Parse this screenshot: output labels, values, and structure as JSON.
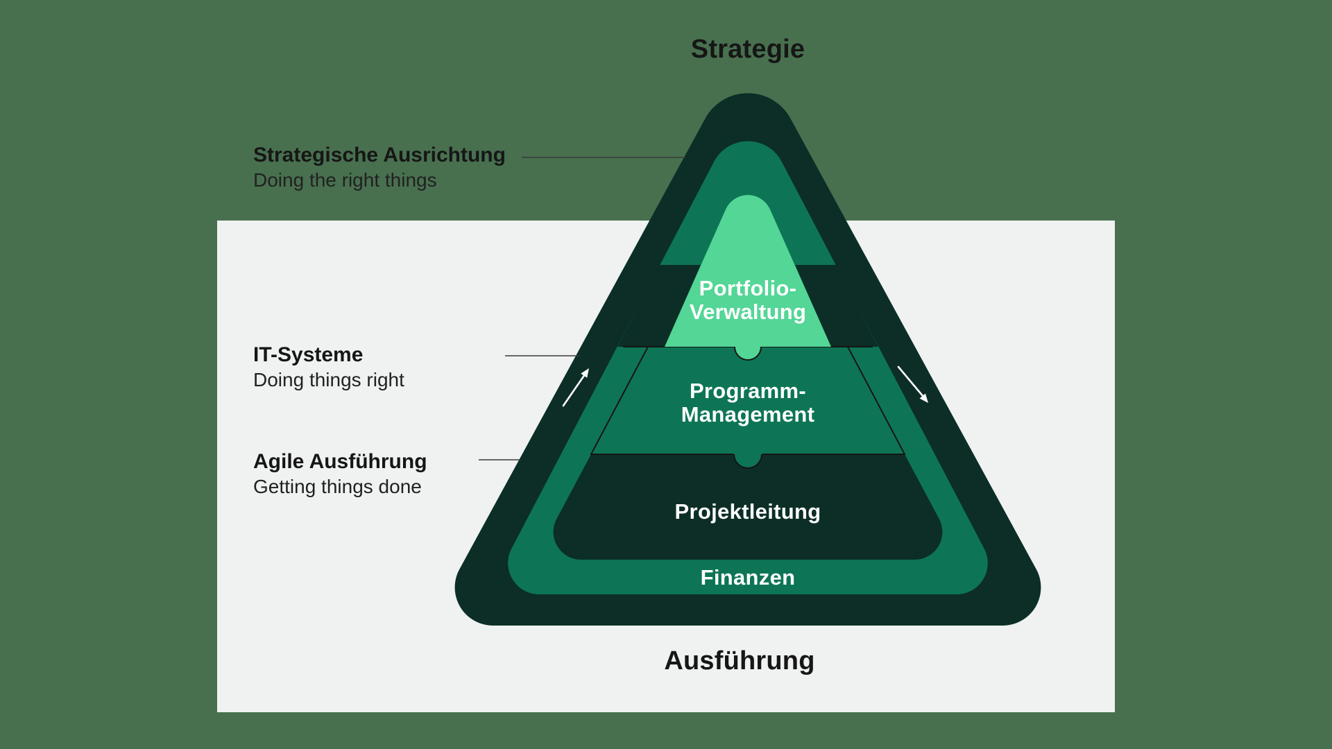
{
  "colors": {
    "bg": "#48704F",
    "panel": "#EFF2F1",
    "dark": "#0C2E27",
    "green": "#0D7556",
    "light": "#53D696",
    "ink": "#161616",
    "sub": "#212121",
    "line": "#3A3A3A",
    "white": "#FFFFFF"
  },
  "header": {
    "title": "Strategie"
  },
  "footer": {
    "title": "Ausführung"
  },
  "side_labels": [
    {
      "title": "Strategische Ausrichtung",
      "subtitle": "Doing the right things"
    },
    {
      "title": "IT-Systeme",
      "subtitle": "Doing things right"
    },
    {
      "title": "Agile Ausführung",
      "subtitle": "Getting things done"
    }
  ],
  "pyramid": {
    "layers": [
      {
        "line1": "Portfolio-",
        "line2": "Verwaltung"
      },
      {
        "line1": "Programm-",
        "line2": "Management"
      },
      {
        "label": "Projektleitung"
      },
      {
        "label": "Finanzen"
      }
    ]
  },
  "icons": {
    "left_edge": "arrow-up-right-icon",
    "right_edge": "arrow-down-right-icon"
  }
}
